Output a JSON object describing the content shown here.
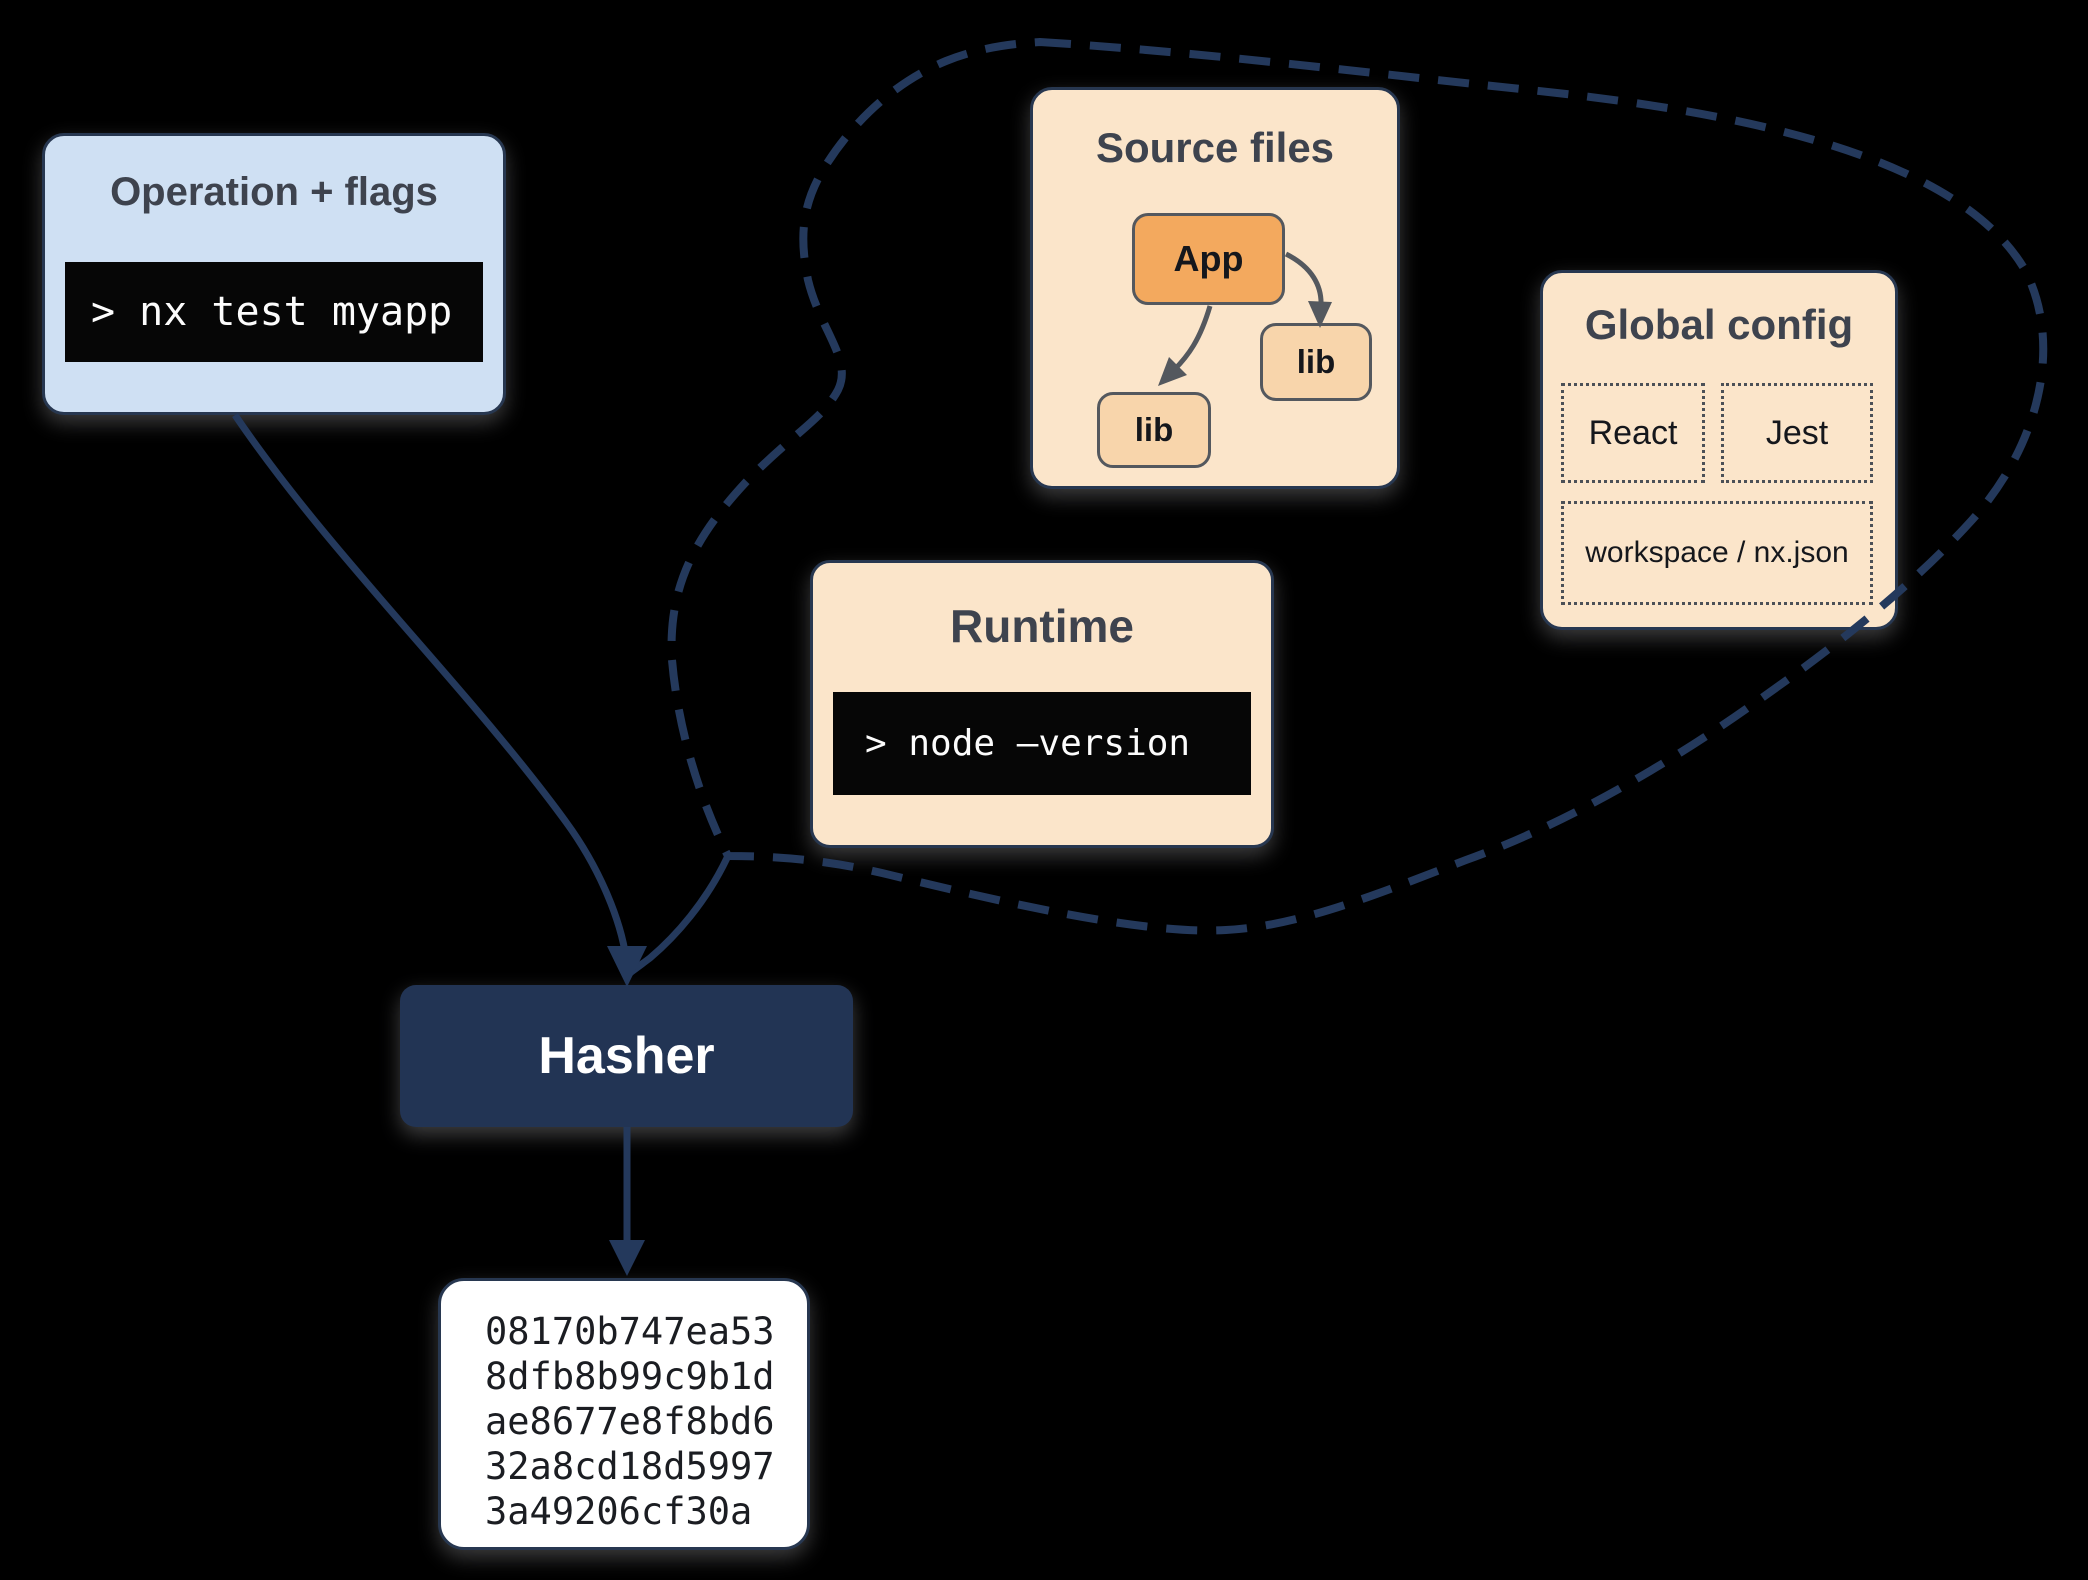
{
  "colors": {
    "background": "#000000",
    "navy": "#24395c",
    "hasher_fill": "#223454",
    "light_blue": "#cfe0f3",
    "peach": "#fbe5ca",
    "app_orange": "#f3a95e",
    "lib_peach": "#f8d5ab",
    "terminal_bg": "#060606",
    "title_gray": "#3e434e",
    "node_border_gray": "#54585e"
  },
  "operation_box": {
    "title": "Operation + flags",
    "command": "> nx test myapp"
  },
  "cloud": {
    "source_files": {
      "title": "Source files",
      "nodes": {
        "app": "App",
        "lib_right": "lib",
        "lib_left": "lib"
      }
    },
    "global_config": {
      "title": "Global config",
      "items": [
        {
          "label": "React"
        },
        {
          "label": "Jest"
        },
        {
          "label": "workspace / nx.json"
        }
      ]
    },
    "runtime": {
      "title": "Runtime",
      "command": "> node –version"
    }
  },
  "hasher": {
    "label": "Hasher"
  },
  "hash_output": {
    "text": "08170b747ea53\n8dfb8b99c9b1d\nae8677e8f8bd6\n32a8cd18d5997\n3a49206cf30a"
  }
}
